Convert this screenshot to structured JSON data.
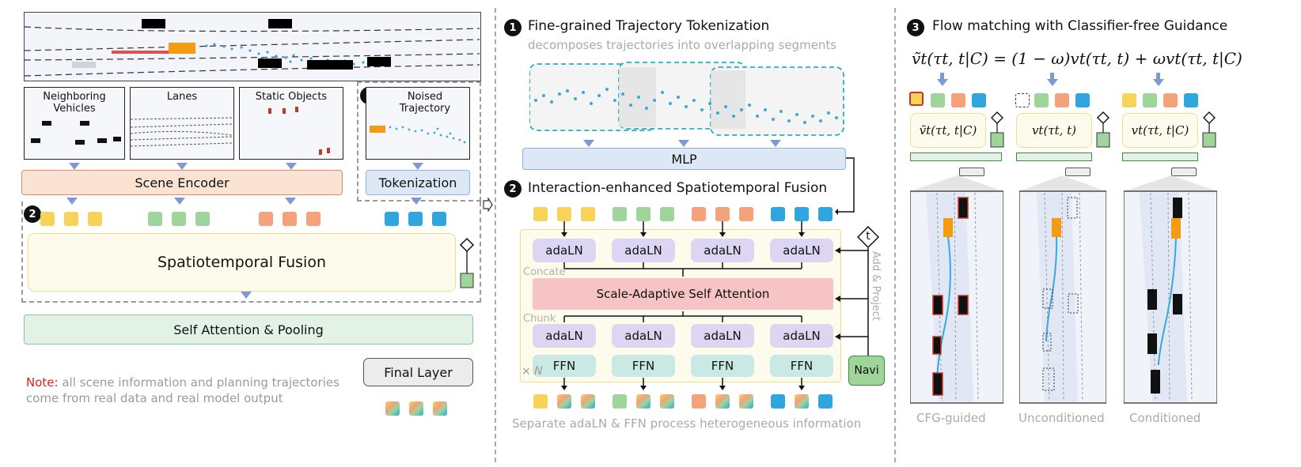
{
  "left": {
    "thumbnails": [
      {
        "title": "Neighboring Vehicles"
      },
      {
        "title": "Lanes"
      },
      {
        "title": "Static Objects"
      },
      {
        "title": "Noised Trajectory"
      }
    ],
    "noised_badge": "1",
    "scene_encoder": "Scene Encoder",
    "tokenization": "Tokenization",
    "fusion_badge": "2",
    "spatiotemporal_fusion": "Spatiotemporal Fusion",
    "self_attention_pooling": "Self Attention & Pooling",
    "final_layer": "Final Layer",
    "note_label": "Note:",
    "note_text_line1": "all scene information and planning trajectories",
    "note_text_line2": "come from real data and real model output"
  },
  "middle": {
    "section1_badge": "1",
    "section1_title": "Fine-grained Trajectory Tokenization",
    "section1_subtitle": "decomposes trajectories into overlapping segments",
    "mlp": "MLP",
    "section2_badge": "2",
    "section2_title": "Interaction-enhanced Spatiotemporal Fusion",
    "adaln_label": "adaLN",
    "concate_label": "Concate",
    "ssa": "Scale-Adaptive Self Attention",
    "chunk_label": "Chunk",
    "ffn_label": "FFN",
    "times_n": "× N",
    "t_label": "t",
    "add_project": "Add & Project",
    "navi": "Navi",
    "bottom_caption": "Separate adaLN & FFN process heterogeneous information"
  },
  "right": {
    "section3_badge": "3",
    "section3_title": "Flow matching with Classifier-free Guidance",
    "equation": "ṽt(τt, t|C) = (1 − ω)vt(τt, t) + ωvt(τt, t|C)",
    "formula_boxes": [
      "ṽt(τt, t|C)",
      "vt(τt, t)",
      "vt(τt, t|C)"
    ],
    "captions": [
      "CFG-guided",
      "Unconditioned",
      "Conditioned"
    ]
  },
  "colors": {
    "yellow_token": "#f7d35a",
    "green_token": "#9fd49a",
    "orange_token": "#f3a27b",
    "blue_token": "#2fa6de",
    "ego_orange": "#f39c12",
    "traj_blue": "#39a9dc"
  }
}
